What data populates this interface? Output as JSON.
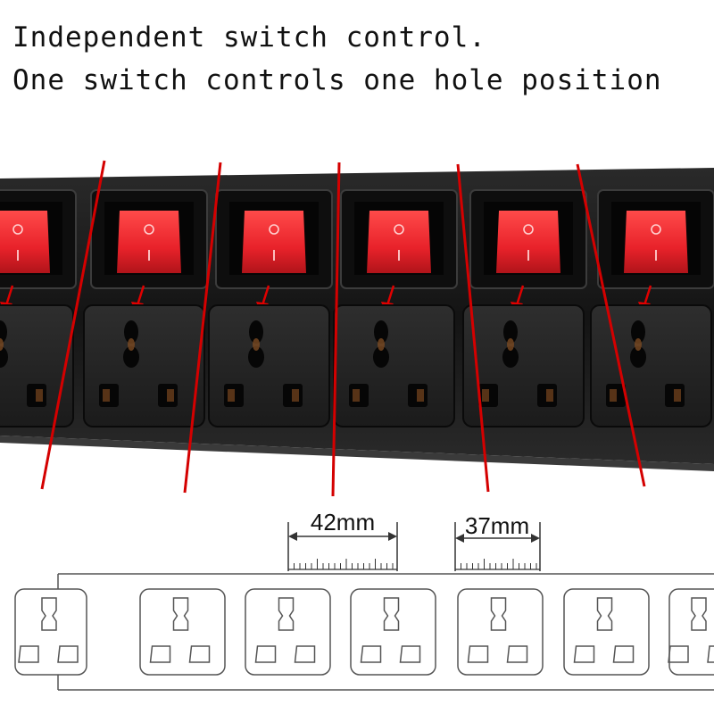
{
  "caption": {
    "line1": "Independent switch control.",
    "line2": "One switch controls one hole position"
  },
  "switch_marks": {
    "off": "O",
    "on": "I"
  },
  "dimensions": {
    "socket_width": "42mm",
    "socket_gap": "37mm"
  },
  "colors": {
    "switch_red": "#e8222a",
    "guide_line": "#d40000",
    "housing": "#1a1a1a"
  }
}
